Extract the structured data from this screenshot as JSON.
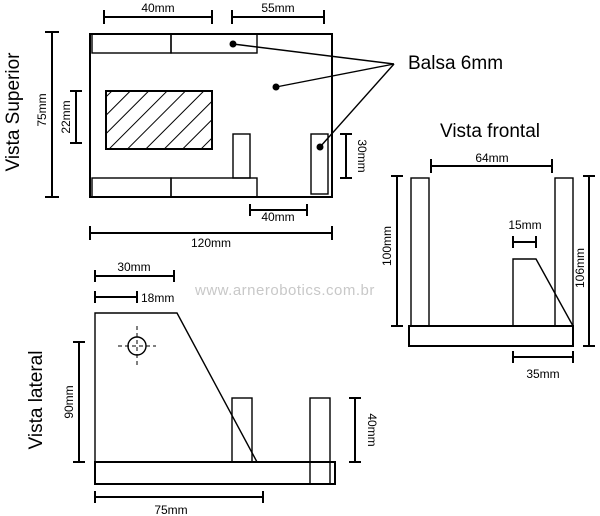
{
  "top_view": {
    "title": "Vista Superior",
    "dims": {
      "d40_top": "40mm",
      "d55_top": "55mm",
      "d75": "75mm",
      "d22": "22mm",
      "d30": "30mm",
      "d40_bottom": "40mm",
      "d120": "120mm"
    }
  },
  "material_label": "Balsa 6mm",
  "front_view": {
    "title": "Vista frontal",
    "dims": {
      "d64": "64mm",
      "d15": "15mm",
      "d100": "100mm",
      "d106": "106mm",
      "d35": "35mm"
    }
  },
  "side_view": {
    "title": "Vista lateral",
    "dims": {
      "d30": "30mm",
      "d18": "18mm",
      "d90": "90mm",
      "d40": "40mm",
      "d75": "75mm"
    }
  },
  "watermark": "www.arnerobotics.com.br"
}
